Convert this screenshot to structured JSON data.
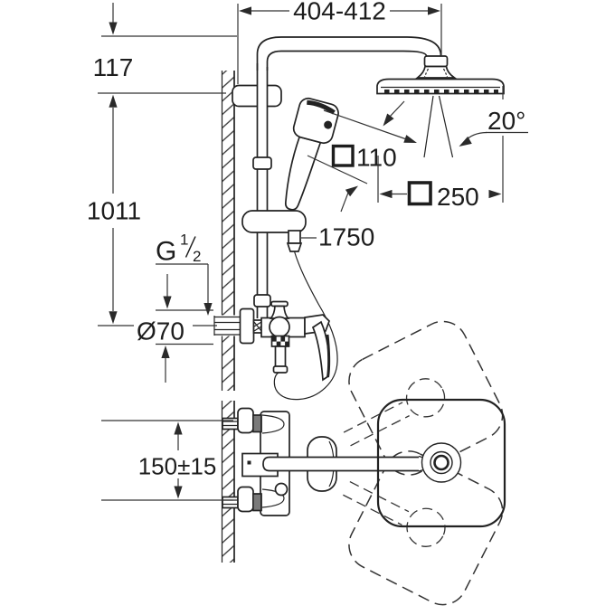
{
  "figure": {
    "background": "#ffffff",
    "line_color": "#222222",
    "dimensions": {
      "arm_projection": "404-412",
      "arm_drop": "117",
      "riser_height": "1011",
      "tilt_angle": "20°",
      "hand_shower_face": {
        "symbol": "□",
        "value": "110"
      },
      "head_shower_face": {
        "symbol": "□",
        "value": "250"
      },
      "hose_length": "1750",
      "thread": {
        "g": "G",
        "numerator": "1",
        "denominator": "2"
      },
      "escutcheon_diameter": "Ø70",
      "inlet_spacing": "150±15"
    }
  }
}
